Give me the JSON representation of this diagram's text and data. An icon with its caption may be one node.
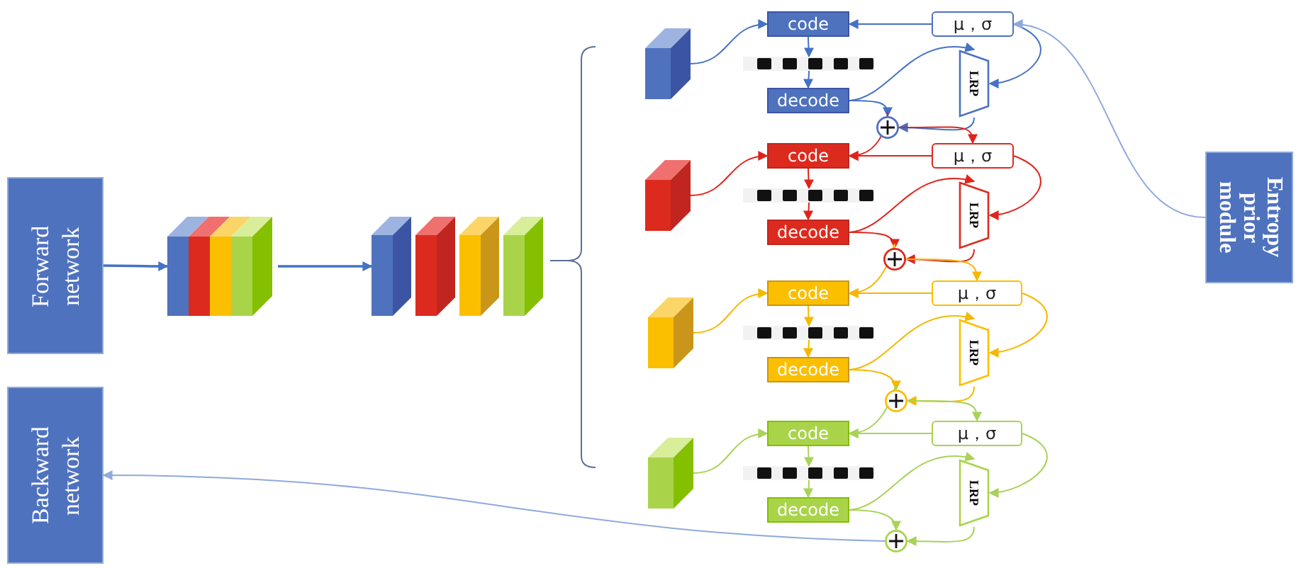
{
  "diagram": {
    "nodes": [
      {
        "text": [
          "Forward network"
        ]
      },
      {
        "text": [
          "Backward network"
        ]
      },
      {
        "text": [],
        "shape": "picture"
      },
      {
        "text": [],
        "shape": "picture"
      },
      {
        "text": [
          "Entropy prior module"
        ]
      },
      {
        "text": [],
        "shape": "box"
      },
      {
        "text": [
          "code"
        ]
      },
      {
        "text": [],
        "shape": "bar"
      },
      {
        "text": [
          "decode"
        ]
      },
      {
        "text": [
          "μ，σ"
        ]
      },
      {
        "text": [
          "LRP"
        ]
      },
      {
        "text": [],
        "shape": "circle"
      },
      {
        "text": [],
        "shape": "box"
      },
      {
        "text": [
          "code"
        ]
      },
      {
        "text": [],
        "shape": "bar"
      },
      {
        "text": [
          "decode"
        ]
      },
      {
        "text": [
          "μ，σ"
        ]
      },
      {
        "text": [
          "LRP"
        ]
      },
      {
        "text": [],
        "shape": "circle"
      },
      {
        "text": [],
        "shape": "box"
      },
      {
        "text": [
          "code"
        ]
      },
      {
        "text": [],
        "shape": "bar"
      },
      {
        "text": [
          "decode"
        ]
      },
      {
        "text": [
          "μ，σ"
        ]
      },
      {
        "text": [
          "LRP"
        ]
      },
      {
        "text": [],
        "shape": "circle"
      },
      {
        "text": [],
        "shape": "box"
      },
      {
        "text": [
          "code"
        ]
      },
      {
        "text": [],
        "shape": "bar"
      },
      {
        "text": [
          "decode"
        ]
      },
      {
        "text": [
          "μ，σ"
        ]
      },
      {
        "text": [
          "LRP"
        ]
      },
      {
        "text": [],
        "shape": "circle"
      }
    ],
    "edges": [
      {
        "from": 0,
        "to": 2,
        "arrow": "to"
      },
      {
        "from": 2,
        "to": 3,
        "arrow": "to"
      },
      {
        "from": 5,
        "to": 6,
        "arrow": "to"
      },
      {
        "from": 6,
        "to": 7,
        "arrow": "to"
      },
      {
        "from": 7,
        "to": 8,
        "arrow": "to"
      },
      {
        "from": 8,
        "to": 11,
        "arrow": "to"
      },
      {
        "from": 8,
        "to": 10,
        "arrow": "to"
      },
      {
        "from": 9,
        "to": 6,
        "arrow": "to"
      },
      {
        "from": 9,
        "to": 10,
        "arrow": "to"
      },
      {
        "from": 10,
        "to": 11,
        "arrow": "to"
      },
      {
        "from": 4,
        "to": 9,
        "arrow": "to",
        "color": "#8faadc"
      },
      {
        "from": 11,
        "to": 13,
        "arrow": "to",
        "color": "#e0241b"
      },
      {
        "from": 11,
        "to": 16,
        "arrow": "to",
        "color": "#e0241b"
      },
      {
        "from": 12,
        "to": 13,
        "arrow": "to",
        "color": "#e0241b"
      },
      {
        "from": 13,
        "to": 14,
        "arrow": "to",
        "color": "#e0241b"
      },
      {
        "from": 14,
        "to": 15,
        "arrow": "to",
        "color": "#e0241b"
      },
      {
        "from": 15,
        "to": 18,
        "arrow": "to",
        "color": "#e0241b"
      },
      {
        "from": 15,
        "to": 17,
        "arrow": "to",
        "color": "#e0241b"
      },
      {
        "from": 16,
        "to": 13,
        "arrow": "to",
        "color": "#e0241b"
      },
      {
        "from": 16,
        "to": 17,
        "arrow": "to",
        "color": "#e0241b"
      },
      {
        "from": 17,
        "to": 18,
        "arrow": "to",
        "color": "#e0241b"
      },
      {
        "from": 18,
        "to": 20,
        "arrow": "to",
        "color": "#f5b800"
      },
      {
        "from": 18,
        "to": 23,
        "arrow": "to",
        "color": "#f5b800"
      },
      {
        "from": 19,
        "to": 20,
        "arrow": "to",
        "color": "#f5b800"
      },
      {
        "from": 20,
        "to": 21,
        "arrow": "to",
        "color": "#f5b800"
      },
      {
        "from": 21,
        "to": 22,
        "arrow": "to",
        "color": "#f5b800"
      },
      {
        "from": 22,
        "to": 25,
        "arrow": "to",
        "color": "#f5b800"
      },
      {
        "from": 22,
        "to": 24,
        "arrow": "to",
        "color": "#f5b800"
      },
      {
        "from": 23,
        "to": 20,
        "arrow": "to",
        "color": "#f5b800"
      },
      {
        "from": 23,
        "to": 24,
        "arrow": "to",
        "color": "#f5b800"
      },
      {
        "from": 24,
        "to": 25,
        "arrow": "to",
        "color": "#f5b800"
      },
      {
        "from": 25,
        "to": 27,
        "arrow": "to",
        "color": "#a9d25a"
      },
      {
        "from": 25,
        "to": 30,
        "arrow": "to",
        "color": "#a9d25a"
      },
      {
        "from": 26,
        "to": 27,
        "arrow": "to",
        "color": "#a9d25a"
      },
      {
        "from": 27,
        "to": 28,
        "arrow": "to",
        "color": "#a9d25a"
      },
      {
        "from": 28,
        "to": 29,
        "arrow": "to",
        "color": "#a9d25a"
      },
      {
        "from": 29,
        "to": 32,
        "arrow": "to",
        "color": "#a9d25a"
      },
      {
        "from": 29,
        "to": 31,
        "arrow": "to",
        "color": "#a9d25a"
      },
      {
        "from": 30,
        "to": 27,
        "arrow": "to",
        "color": "#a9d25a"
      },
      {
        "from": 30,
        "to": 31,
        "arrow": "to",
        "color": "#a9d25a"
      },
      {
        "from": 31,
        "to": 32,
        "arrow": "to",
        "color": "#a9d25a"
      },
      {
        "from": 32,
        "to": 1,
        "arrow": "to",
        "color": "#8faadc"
      }
    ]
  }
}
